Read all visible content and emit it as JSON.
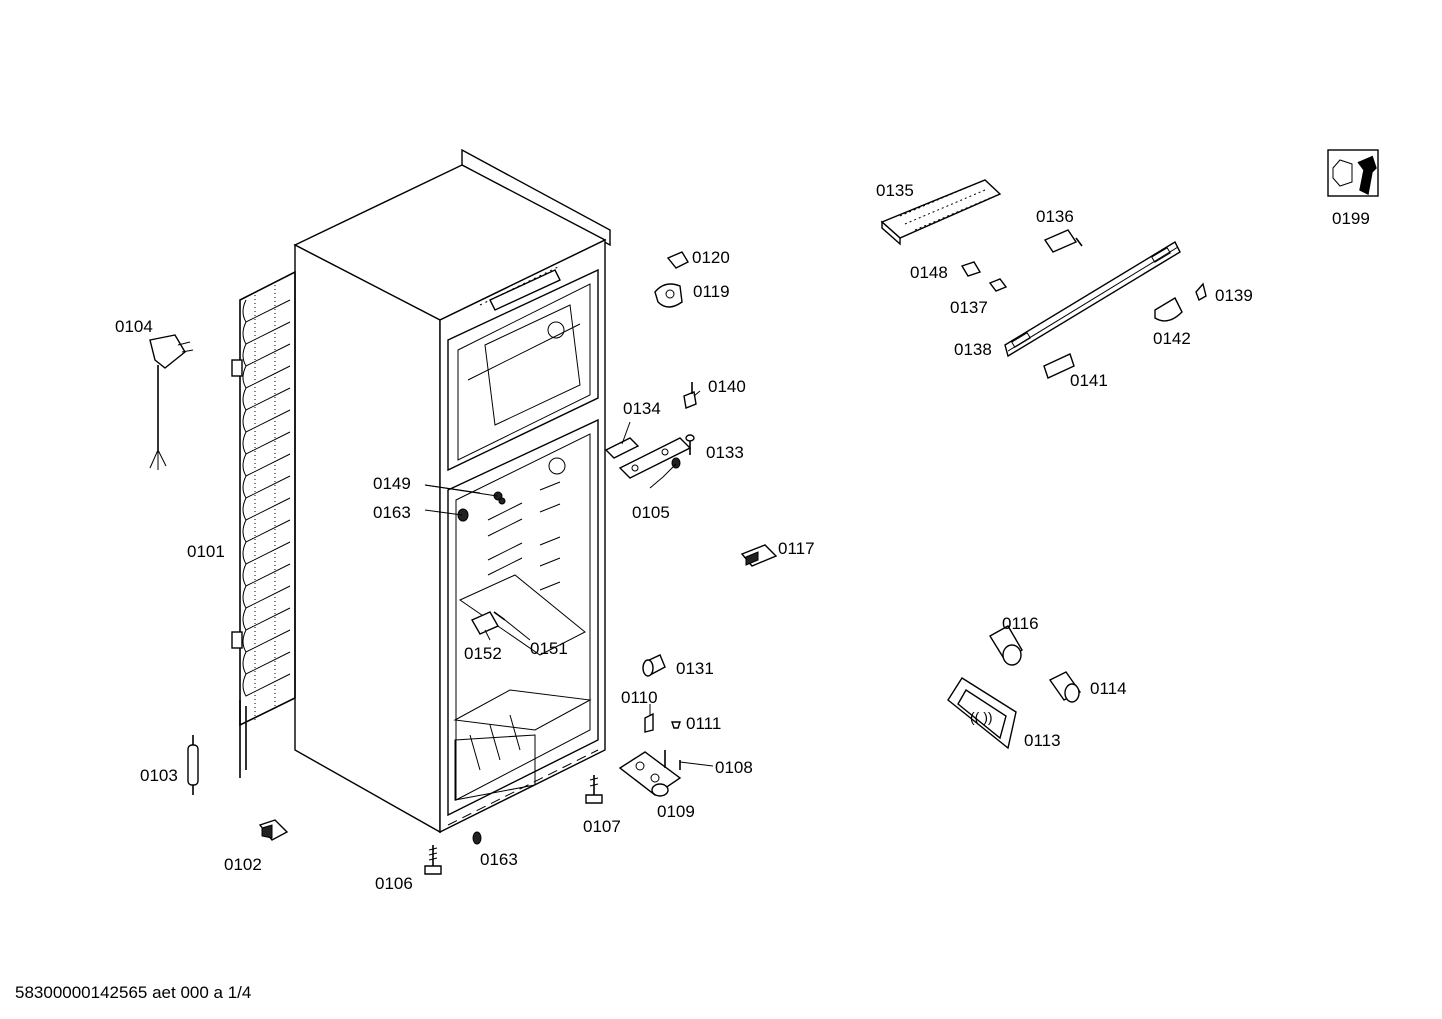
{
  "labels": {
    "p0101": "0101",
    "p0102": "0102",
    "p0103": "0103",
    "p0104": "0104",
    "p0105": "0105",
    "p0106": "0106",
    "p0107": "0107",
    "p0108": "0108",
    "p0109": "0109",
    "p0110": "0110",
    "p0111": "0111",
    "p0113": "0113",
    "p0114": "0114",
    "p0116": "0116",
    "p0117": "0117",
    "p0119": "0119",
    "p0120": "0120",
    "p0131": "0131",
    "p0133": "0133",
    "p0134": "0134",
    "p0135": "0135",
    "p0136": "0136",
    "p0137": "0137",
    "p0138": "0138",
    "p0139": "0139",
    "p0140": "0140",
    "p0141": "0141",
    "p0142": "0142",
    "p0148": "0148",
    "p0149": "0149",
    "p0151": "0151",
    "p0152": "0152",
    "p0163a": "0163",
    "p0163b": "0163",
    "p0199": "0199"
  },
  "footer": {
    "document_id": "58300000142565 aet 000 a 1/4"
  },
  "icons": {
    "service": "wrench-nut-icon"
  }
}
